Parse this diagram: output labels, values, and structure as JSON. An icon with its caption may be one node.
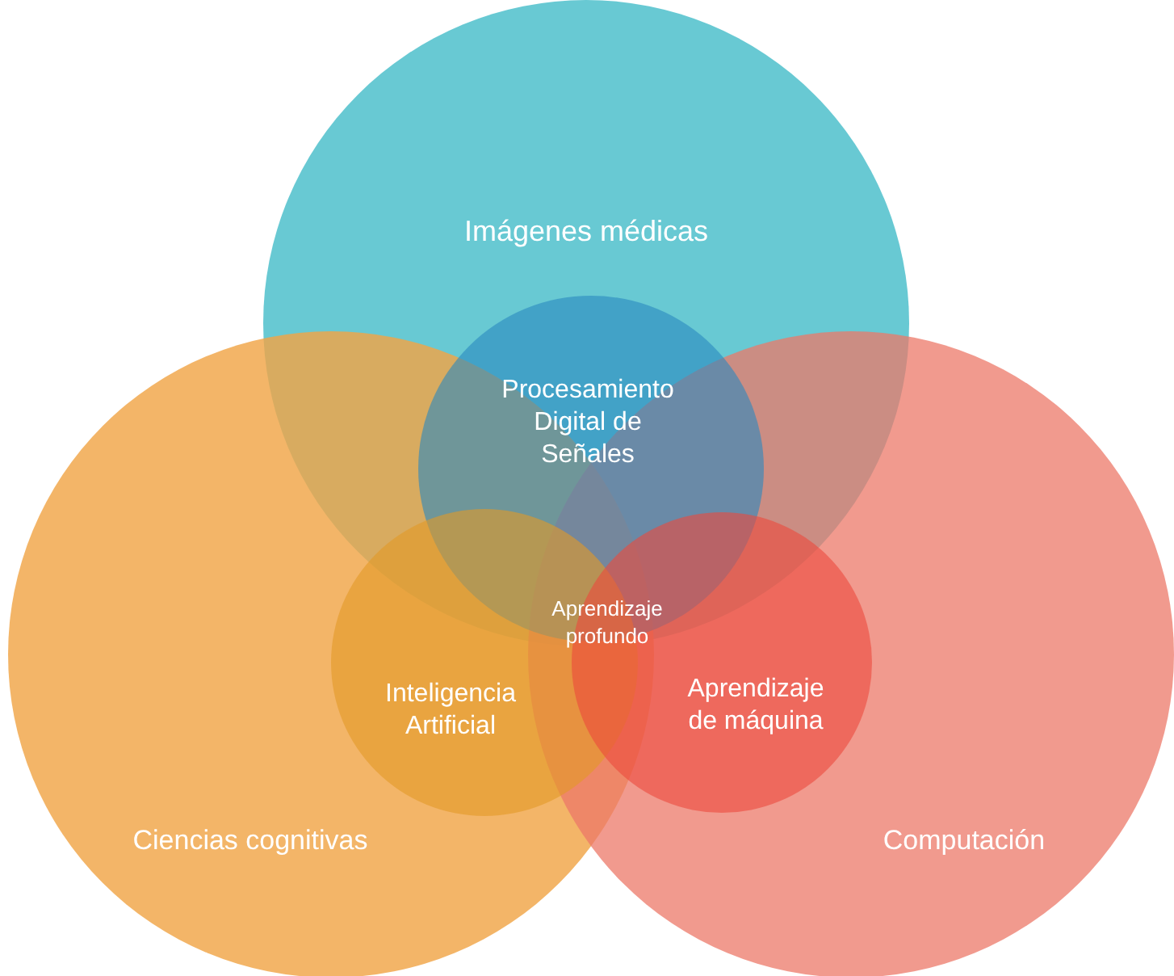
{
  "diagram": {
    "nodes": [
      {
        "text": [
          "Imágenes médicas"
        ]
      },
      {
        "text": [
          "Ciencias cognitivas"
        ]
      },
      {
        "text": [
          "Computación"
        ]
      },
      {
        "text": [
          "Procesamiento Digital de Señales"
        ],
        "in": 0
      },
      {
        "text": [
          "Inteligencia Artificial"
        ],
        "in": 1
      },
      {
        "text": [
          "Aprendizaje de máquina"
        ],
        "in": 2
      }
    ],
    "labels": [
      "Aprendizaje profundo"
    ]
  }
}
